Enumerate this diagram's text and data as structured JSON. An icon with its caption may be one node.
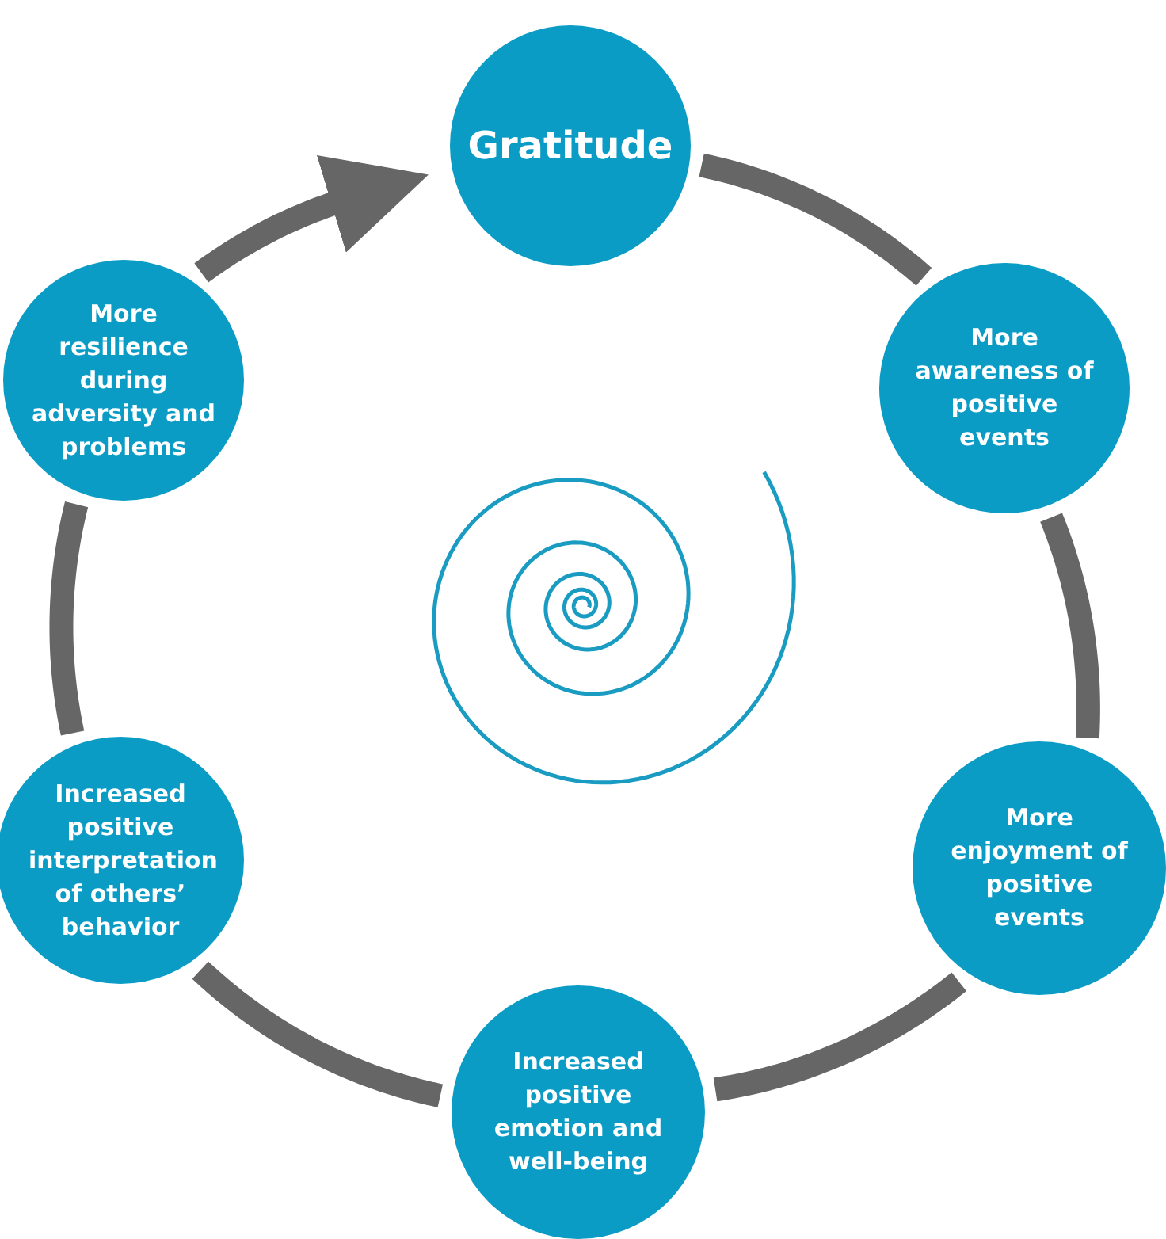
{
  "diagram": {
    "nodes": [
      {
        "text": [
          "Gratitude"
        ]
      },
      {
        "text": [
          "More awareness of positive events"
        ]
      },
      {
        "text": [
          "More enjoyment of positive events"
        ]
      },
      {
        "text": [
          "Increased positive emotion and well-being"
        ]
      },
      {
        "text": [
          "Increased positive interpretation of others’ behavior"
        ]
      },
      {
        "text": [
          "More resilience during adversity and problems"
        ]
      }
    ],
    "edges": [
      {
        "from": 0,
        "to": 1,
        "arrow": "none"
      },
      {
        "from": 1,
        "to": 2,
        "arrow": "none"
      },
      {
        "from": 2,
        "to": 3,
        "arrow": "none"
      },
      {
        "from": 3,
        "to": 4,
        "arrow": "none"
      },
      {
        "from": 4,
        "to": 5,
        "arrow": "none"
      },
      {
        "from": 5,
        "to": 0,
        "arrow": "to"
      }
    ]
  }
}
